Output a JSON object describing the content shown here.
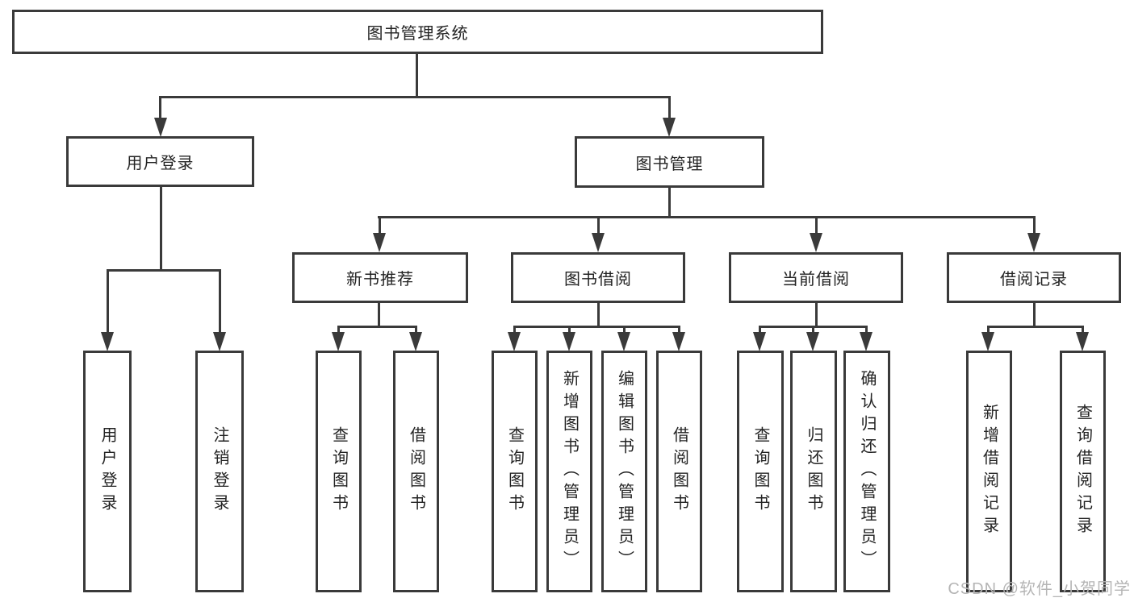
{
  "colors": {
    "background": "#ffffff",
    "line": "#3a3a3a",
    "text": "#232323",
    "watermark": "#b5b5b5"
  },
  "chart": {
    "root": {
      "label": "图书管理系统"
    },
    "branches": [
      {
        "label": "用户登录",
        "children": [
          {
            "label": "用户登录"
          },
          {
            "label": "注销登录"
          }
        ]
      },
      {
        "label": "图书管理",
        "sections": [
          {
            "label": "新书推荐",
            "children": [
              {
                "label": "查询图书"
              },
              {
                "label": "借阅图书"
              }
            ]
          },
          {
            "label": "图书借阅",
            "children": [
              {
                "label": "查询图书"
              },
              {
                "label": "新增图书（管理员）"
              },
              {
                "label": "编辑图书（管理员）"
              },
              {
                "label": "借阅图书"
              }
            ]
          },
          {
            "label": "当前借阅",
            "children": [
              {
                "label": "查询图书"
              },
              {
                "label": "归还图书"
              },
              {
                "label": "确认归还（管理员）"
              }
            ]
          },
          {
            "label": "借阅记录",
            "children": [
              {
                "label": "新增借阅记录"
              },
              {
                "label": "查询借阅记录"
              }
            ]
          }
        ]
      }
    ]
  },
  "watermark": {
    "text": "CSDN @软件_小贺同学"
  }
}
